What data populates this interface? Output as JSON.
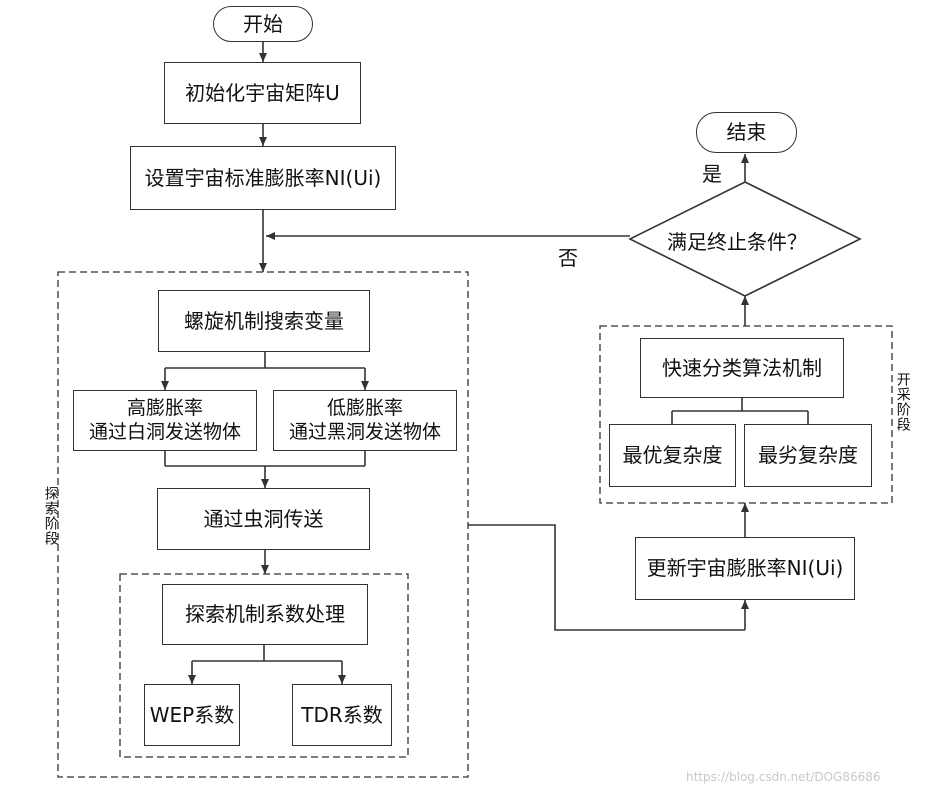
{
  "flow": {
    "start": "开始",
    "init": "初始化宇宙矩阵U",
    "set_rate": "设置宇宙标准膨胀率NI(Ui)",
    "spiral": "螺旋机制搜索变量",
    "high_line1": "高膨胀率",
    "high_line2": "通过白洞发送物体",
    "low_line1": "低膨胀率",
    "low_line2": "通过黑洞发送物体",
    "wormhole": "通过虫洞传送",
    "explore_coef": "探索机制系数处理",
    "wep": "WEP系数",
    "tdr": "TDR系数",
    "update_rate": "更新宇宙膨胀率NI(Ui)",
    "quicksort": "快速分类算法机制",
    "best": "最优复杂度",
    "worst": "最劣复杂度",
    "condition": "满足终止条件？",
    "end": "结束",
    "yes": "是",
    "no": "否"
  },
  "regions": {
    "explore_phase": "探索阶段",
    "exploit_phase": "开采阶段"
  },
  "watermark": "https://blog.csdn.net/DOG86686"
}
